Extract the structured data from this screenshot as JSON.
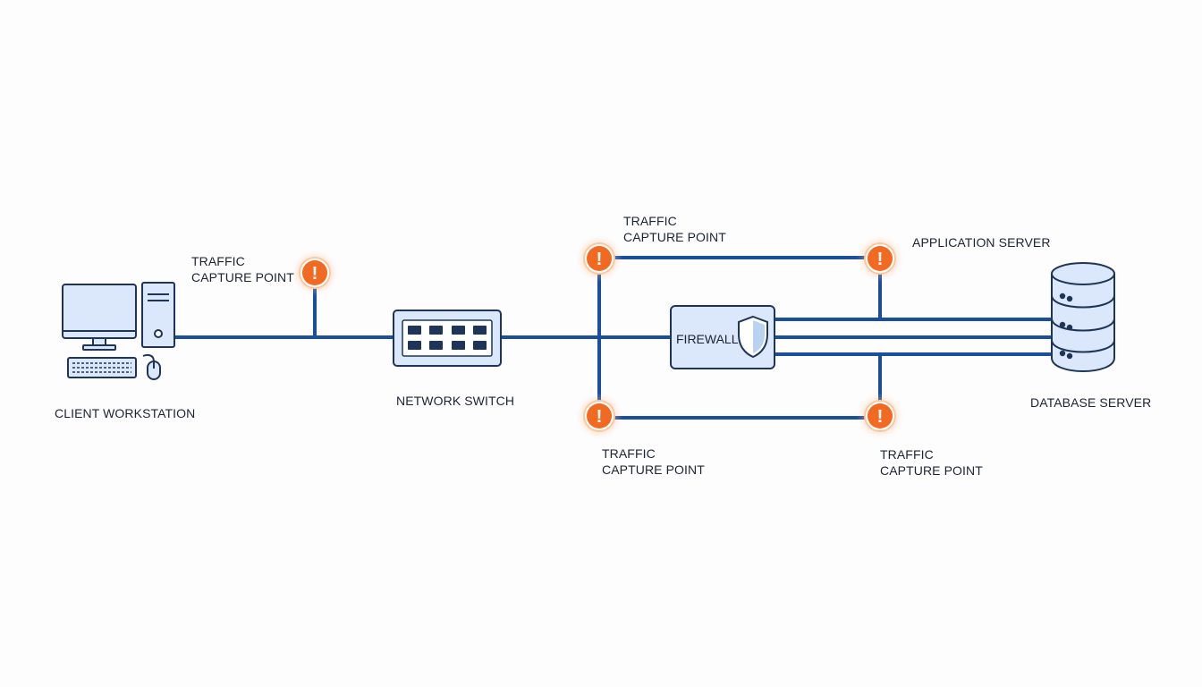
{
  "labels": {
    "client": "CLIENT WORKSTATION",
    "switch": "NETWORK SWITCH",
    "firewall": "FIREWALL",
    "app_server": "APPLICATION SERVER",
    "database": "DATABASE SERVER"
  },
  "capture_points": [
    {
      "line1": "TRAFFIC",
      "line2": "CAPTURE POINT"
    },
    {
      "line1": "TRAFFIC",
      "line2": "CAPTURE POINT"
    },
    {
      "line1": "TRAFFIC",
      "line2": "CAPTURE POINT"
    },
    {
      "line1": "TRAFFIC",
      "line2": "CAPTURE POINT"
    }
  ],
  "alert_glyph": "!",
  "icons": [
    "workstation-icon",
    "network-switch-icon",
    "shield-icon",
    "database-server-icon",
    "alert-icon"
  ],
  "colors": {
    "link": "#1a4fa0",
    "device_fill": "#dbe8fb",
    "device_stroke": "#1e3557",
    "alert": "#f26a21",
    "alert_glow": "#ffb07a"
  }
}
